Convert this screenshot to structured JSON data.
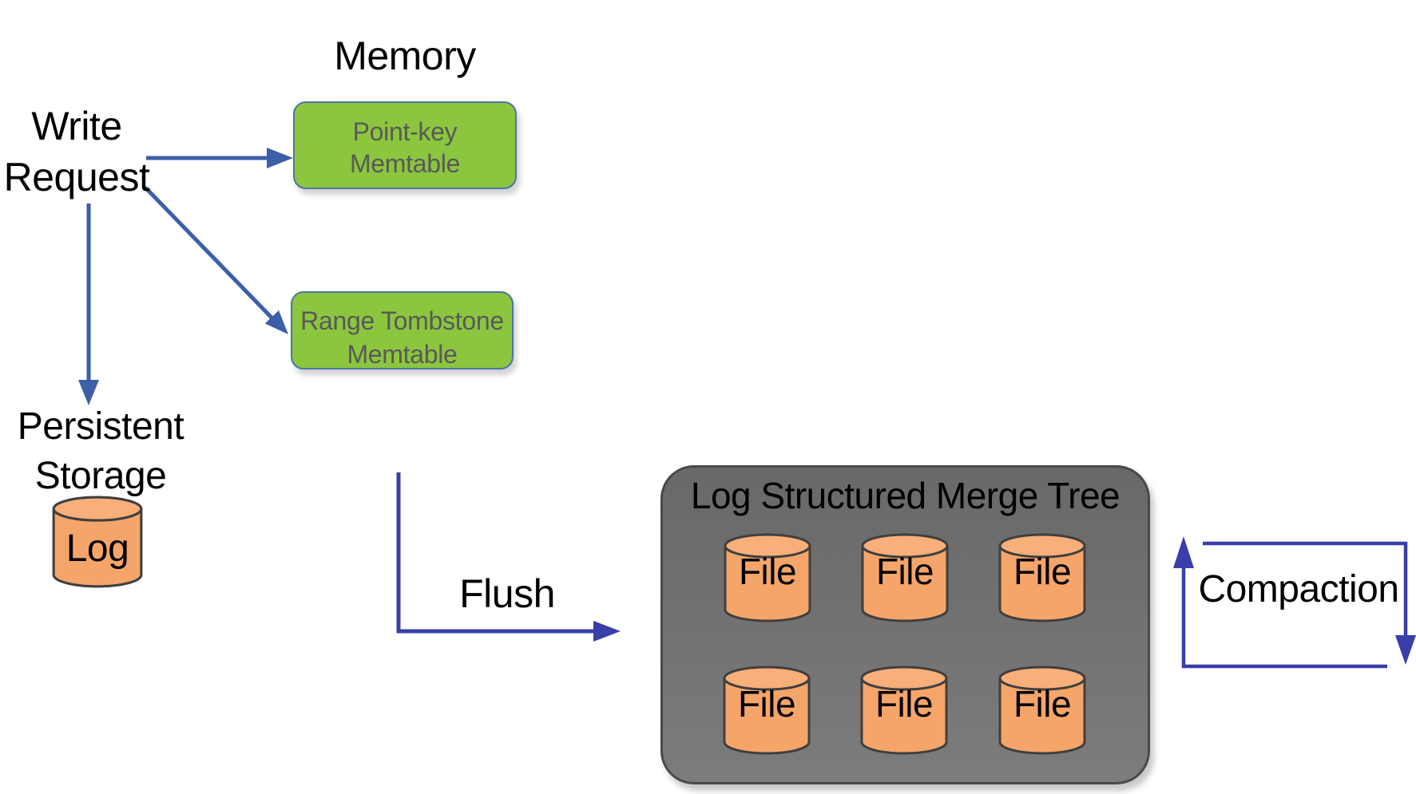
{
  "labels": {
    "memory": "Memory",
    "write_line1": "Write",
    "write_line2": "Request",
    "persistent_line1": "Persistent",
    "persistent_line2": "Storage",
    "log": "Log",
    "flush": "Flush",
    "compaction": "Compaction"
  },
  "memtables": [
    {
      "line1": "Point-key",
      "line2": "Memtable"
    },
    {
      "line1": "Range Tombstone",
      "line2": "Memtable"
    }
  ],
  "lsm": {
    "title": "Log Structured Merge Tree",
    "files": [
      "File",
      "File",
      "File",
      "File",
      "File",
      "File"
    ]
  },
  "colors": {
    "memtable_green": "#8bc63e",
    "memtable_border": "#4a76a8",
    "text_gray": "#595959",
    "cylinder_orange": "#f6a56a",
    "cylinder_top_orange": "#f8af79",
    "cylinder_stroke": "#3f3f3f",
    "lsm_gray_top": "#686868",
    "lsm_gray_bottom": "#7c7c7c",
    "lsm_border": "#494949",
    "arrow_blue": "#3d5fa9",
    "flow_indigo": "#3a3ea8"
  }
}
